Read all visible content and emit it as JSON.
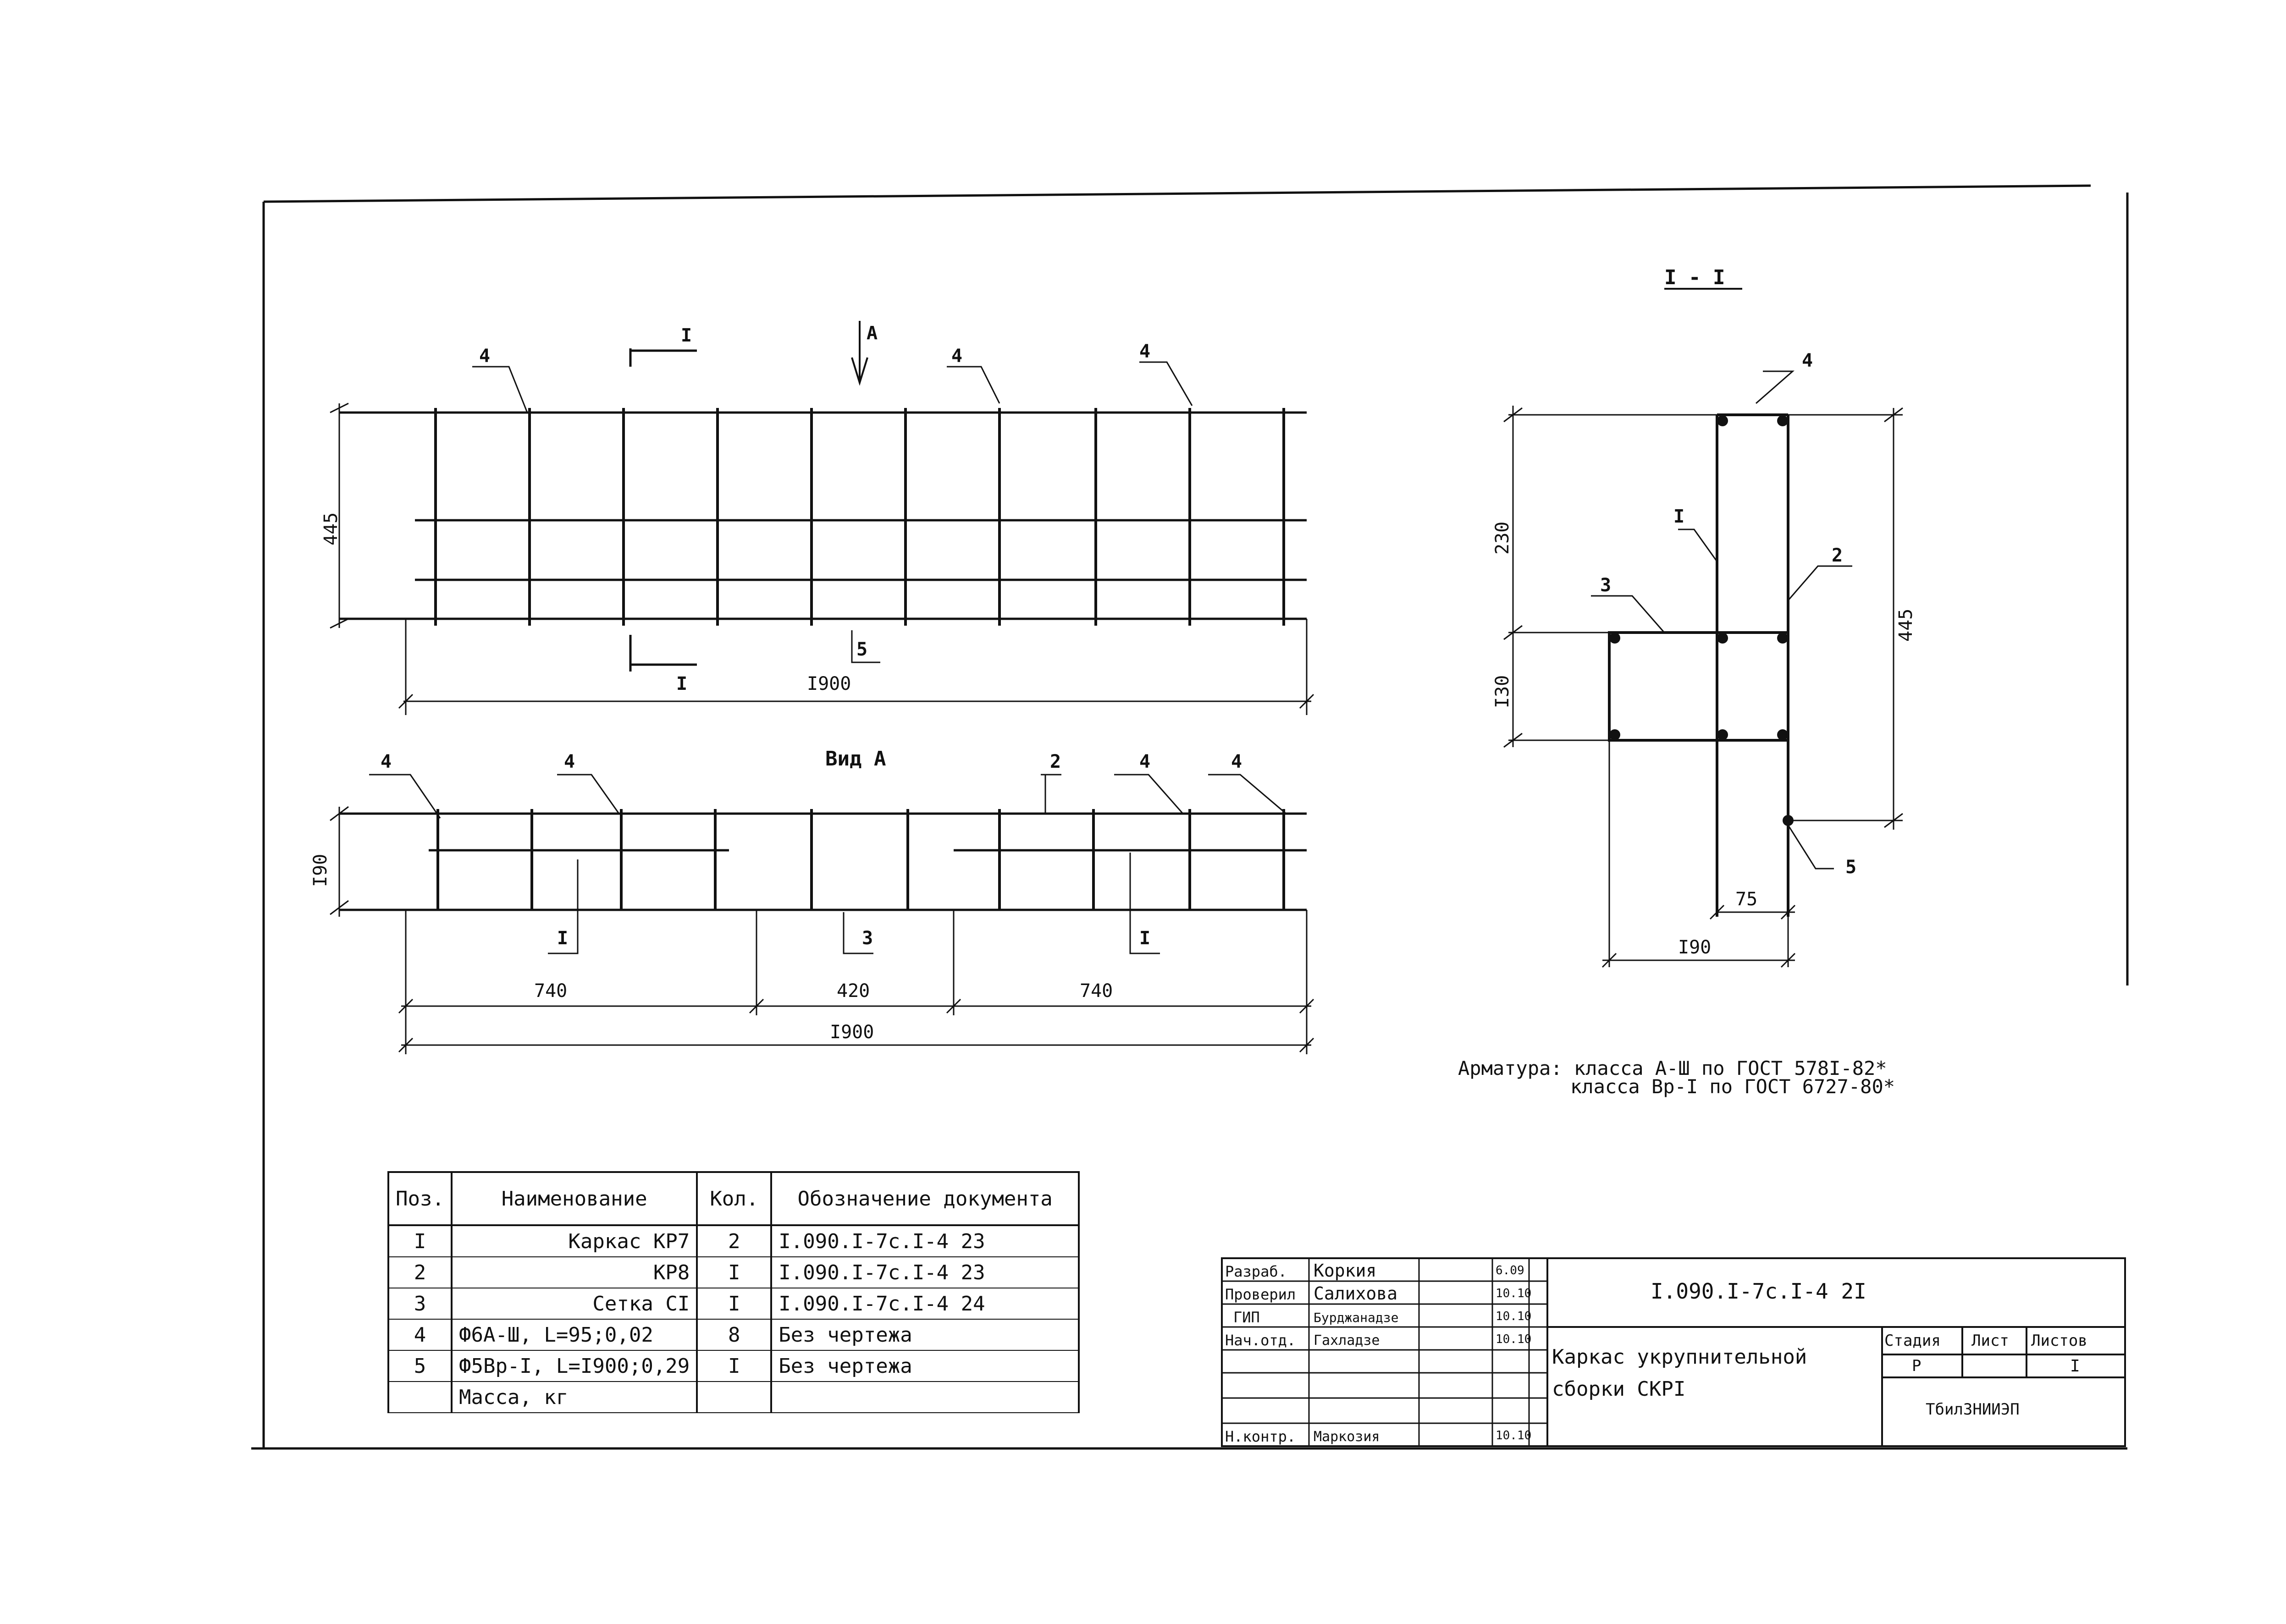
{
  "section_title": "I - I",
  "view_title": "Вид А",
  "arrow_a": "А",
  "cut_mark": "I",
  "plan": {
    "height_dim": "445",
    "length_dim": "I900",
    "leader_4": "4",
    "leader_5": "5"
  },
  "elevation": {
    "height_dim": "I90",
    "dims": [
      "740",
      "420",
      "740"
    ],
    "length_dim": "I900",
    "leader_4": "4",
    "leader_2": "2",
    "leader_3": "3",
    "leader_1": "I"
  },
  "section": {
    "dim_230": "230",
    "dim_130": "I30",
    "dim_445": "445",
    "dim_75": "75",
    "dim_190": "I90",
    "lbl_1": "I",
    "lbl_2": "2",
    "lbl_3": "3",
    "lbl_4": "4",
    "lbl_5": "5"
  },
  "note": {
    "line1": "Арматура: класса А-Ш по ГОСТ 578I-82*",
    "line2": "класса Вр-I по ГОСТ 6727-80*"
  },
  "spec_table": {
    "headers": [
      "Поз.",
      "Наименование",
      "Кол.",
      "Обозначение документа"
    ],
    "rows": [
      [
        "I",
        "Каркас КР7",
        "2",
        "I.090.I-7с.I-4 23"
      ],
      [
        "2",
        "КР8",
        "I",
        "I.090.I-7с.I-4 23"
      ],
      [
        "3",
        "Сетка СI",
        "I",
        "I.090.I-7с.I-4 24"
      ],
      [
        "4",
        "Ф6А-Ш, L=95;0,02",
        "8",
        "Без чертежа"
      ],
      [
        "5",
        "Ф5Вр-I, L=I900;0,29",
        "I",
        "Без чертежа"
      ],
      [
        "",
        "Масса, кг",
        "",
        ""
      ]
    ]
  },
  "title_block": {
    "roles": [
      "Разраб.",
      "Проверил",
      "ГИП",
      "Нач.отд.",
      "Н.контр."
    ],
    "names": [
      "Коркия",
      "Салихова",
      "Бурджанадзе",
      "Гахладзе",
      "Маркозия"
    ],
    "dates": [
      "6.09",
      "10.10",
      "10.10",
      "10.10",
      "10.10"
    ],
    "doc_code": "I.090.I-7с.I-4 2I",
    "title_line1": "Каркас укрупнительной",
    "title_line2": "сборки СКРI",
    "stage_label": "Стадия",
    "sheet_label": "Лист",
    "sheets_label": "Листов",
    "stage_value": "Р",
    "sheets_value": "I",
    "org": "ТбилЗНИИЭП"
  }
}
